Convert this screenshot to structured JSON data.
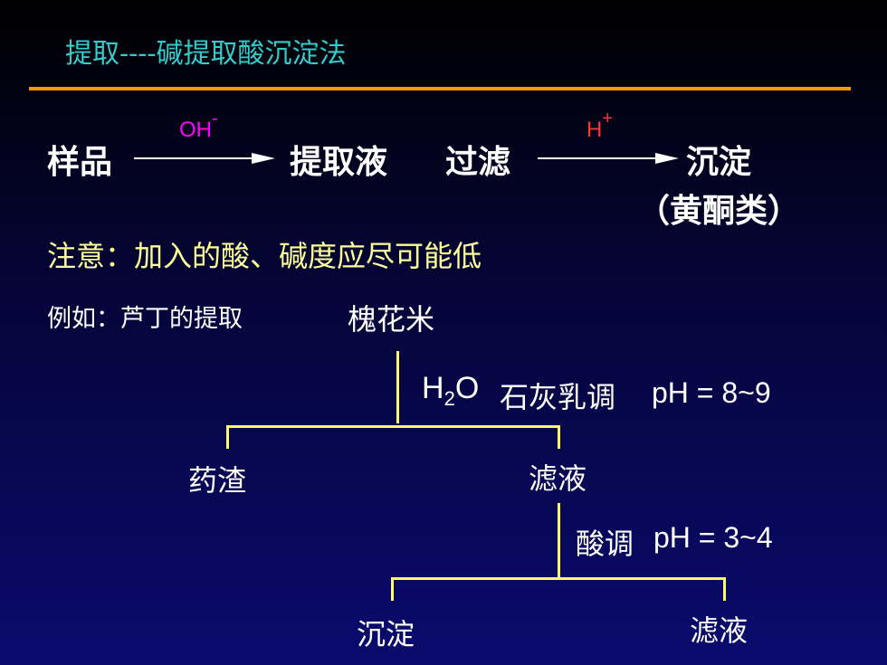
{
  "title": "提取----碱提取酸沉淀法",
  "flow": {
    "sample": "样品",
    "reagent1": "OH",
    "reagent1_sup": "-",
    "extract": "提取液",
    "filter": "过滤",
    "reagent2": "H",
    "reagent2_sup": "+",
    "precipitate": "沉淀",
    "precipitate_note": "（黄酮类）"
  },
  "note": "注意：加入的酸、碱度应尽可能低",
  "example": {
    "label": "例如：芦丁的提取",
    "source": "槐花米",
    "step1": {
      "water": "H",
      "water_sub": "2",
      "water_end": "O",
      "reagent": "石灰乳调",
      "ph": "pH = 8~9"
    },
    "residue": "药渣",
    "filtrate1": "滤液",
    "step2": {
      "reagent": "酸调",
      "ph": "pH = 3~4"
    },
    "precipitate": "沉淀",
    "filtrate2": "滤液"
  },
  "colors": {
    "title": "#33cccc",
    "rule": "#ff9900",
    "note": "#ffff99",
    "oh": "#ff00ff",
    "h_plus": "#ff3333",
    "tree_lines": "#ffff66"
  }
}
